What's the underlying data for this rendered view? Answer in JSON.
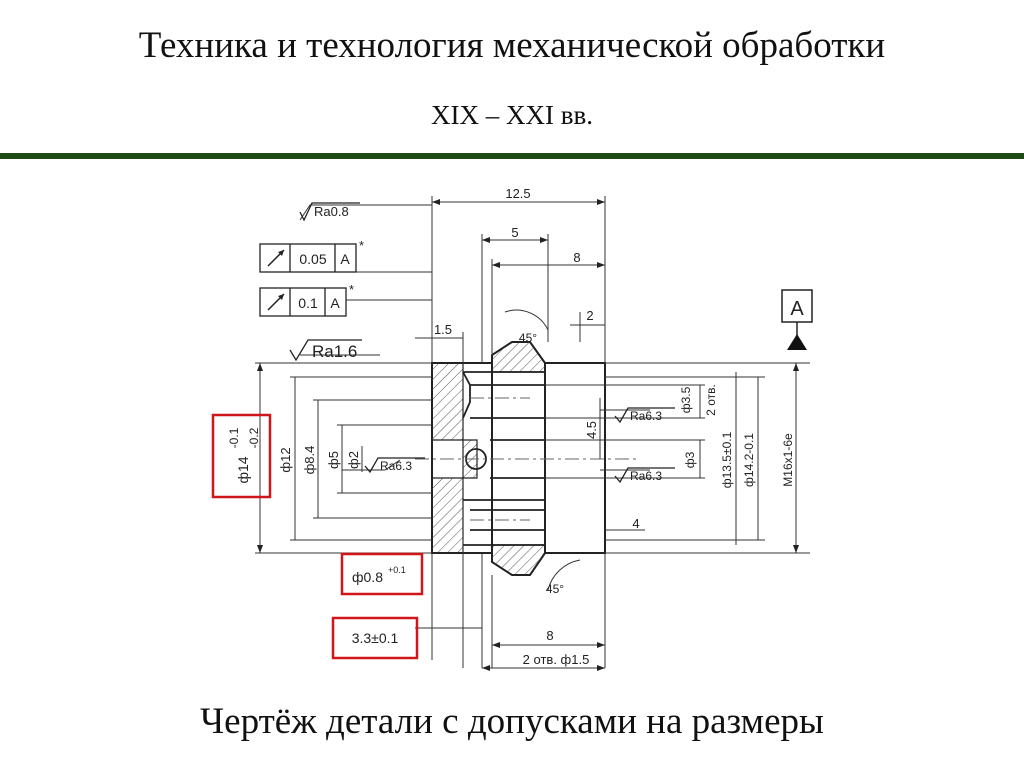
{
  "slide": {
    "title": "Техника и технология механической обработки",
    "subtitle": "XIX – XXI вв.",
    "caption": "Чертёж детали с допусками на размеры",
    "accent_color": "#1f4a17",
    "highlight_color": "#d0161a"
  },
  "drawing": {
    "datum": "A",
    "roughness": {
      "general": "Ra0.8",
      "face": "Ra1.6",
      "inner": "Ra6.3",
      "bore_upper": "Ra6.3",
      "bore_lower": "Ra6.3"
    },
    "tolerance_frames": [
      {
        "value": "0.05",
        "datum": "A",
        "mark": "*"
      },
      {
        "value": "0.1",
        "datum": "A",
        "mark": "*"
      }
    ],
    "dimensions": {
      "overall_length": "12.5",
      "len_5": "5",
      "len_8_top": "8",
      "len_2": "2",
      "len_1_5": "1.5",
      "angle_top": "45°",
      "angle_bottom": "45°",
      "len_4_5": "4.5",
      "len_4": "4",
      "dia_3_5": "ф3.5",
      "holes_2": "2 отв.",
      "dia_3": "ф3",
      "dia_13_5": "ф13.5±0.1",
      "dia_14_2": "ф14.2-0.1",
      "thread": "M16x1-6e",
      "dia_12": "ф12",
      "dia_8_4": "ф8.4",
      "dia_5": "ф5",
      "dia_2": "ф2",
      "len_8_bottom": "8",
      "holes_bottom": "2 отв. ф1.5"
    },
    "highlighted": {
      "dia_14": "ф14",
      "dia_14_upper": "-0.1",
      "dia_14_lower": "-0.2",
      "dia_0_8": "ф0.8",
      "dia_0_8_tol": "+0.1",
      "len_3_3": "3.3±0.1"
    }
  }
}
